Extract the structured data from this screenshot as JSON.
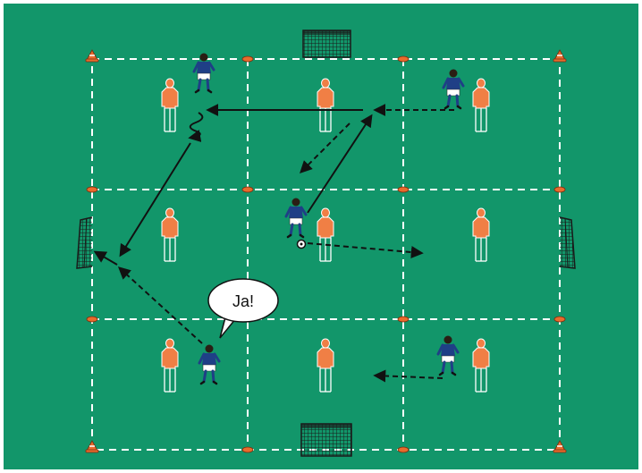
{
  "colors": {
    "pitch": "#12966a",
    "pitch_border": "#ffffff",
    "lines": "#ffffff",
    "mannequin": "#f07f45",
    "player_shirt": "#1f3f86",
    "player_shorts": "#ffffff",
    "goal_net": "#1a1a1a",
    "arrow": "#111111",
    "cone": "#e86b2c"
  },
  "diagram": {
    "grid": {
      "columns": 3,
      "rows": 3,
      "line_style": "dashed"
    },
    "elements": {
      "goals": [
        "goal-top",
        "goal-bottom",
        "goal-left",
        "goal-right"
      ],
      "mannequins": 9,
      "players": 5,
      "ball": 1
    },
    "arrows": {
      "pass": "dashed",
      "run": "solid",
      "dribble": "wavy"
    },
    "speech_bubble": {
      "text": "Ja!"
    }
  }
}
